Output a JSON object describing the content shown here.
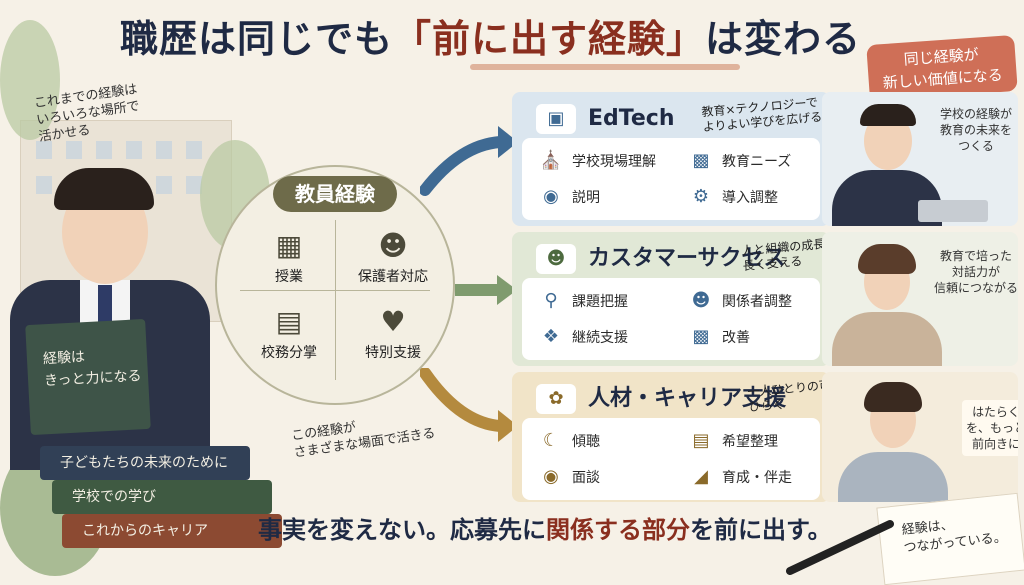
{
  "title": {
    "part1": "職歴は同じでも",
    "highlight": "「前に出す経験」",
    "part2": "は変わる"
  },
  "corner_badge": {
    "line1": "同じ経験が",
    "line2": "新しい価値になる"
  },
  "left_note": {
    "line1": "これまでの経験は",
    "line2": "いろいろな場所で",
    "line3": "活かせる"
  },
  "held_book": {
    "line1": "経験は",
    "line2": "きっと力になる"
  },
  "books": [
    "子どもたちの未来のために",
    "学校での学び",
    "これからのキャリア"
  ],
  "circle": {
    "title": "教員経験",
    "items": [
      {
        "label": "授業",
        "icon": "classroom-icon"
      },
      {
        "label": "保護者対応",
        "icon": "people-icon"
      },
      {
        "label": "校務分掌",
        "icon": "document-icon"
      },
      {
        "label": "特別支援",
        "icon": "heart-hand-icon"
      }
    ]
  },
  "circle_note": {
    "line1": "この経験が",
    "line2": "さまざまな場面で活きる"
  },
  "cards": [
    {
      "title": "EdTech",
      "icon": "laptop-icon",
      "note1": "教育×テクノロジーで",
      "note2": "よりよい学びを広げる",
      "items": [
        {
          "label": "学校現場理解",
          "icon": "school-icon"
        },
        {
          "label": "教育ニーズ",
          "icon": "bar-chart-icon"
        },
        {
          "label": "説明",
          "icon": "speech-bubble-icon"
        },
        {
          "label": "導入調整",
          "icon": "gear-icon"
        }
      ],
      "panel_note": [
        "学校の経験が",
        "教育の未来を",
        "つくる"
      ]
    },
    {
      "title": "カスタマーサクセス",
      "icon": "group-icon",
      "note1": "人と組織の成長を",
      "note2": "長く支える",
      "items": [
        {
          "label": "課題把握",
          "icon": "magnifier-icon"
        },
        {
          "label": "関係者調整",
          "icon": "people-icon"
        },
        {
          "label": "継続支援",
          "icon": "handshake-icon"
        },
        {
          "label": "改善",
          "icon": "bar-chart-icon"
        }
      ],
      "panel_note": [
        "教育で培った",
        "対話力が",
        "信頼につながる"
      ]
    },
    {
      "title": "人材・キャリア支援",
      "icon": "sprout-icon",
      "note1": "一人ひとりの可能性を",
      "note2": "ひらく",
      "items": [
        {
          "label": "傾聴",
          "icon": "ear-icon"
        },
        {
          "label": "希望整理",
          "icon": "list-icon"
        },
        {
          "label": "面談",
          "icon": "chat-icon"
        },
        {
          "label": "育成・伴走",
          "icon": "stairs-icon"
        }
      ],
      "panel_note": [
        "はたらく",
        "を、もっと",
        "前向きに"
      ]
    }
  ],
  "bottom": {
    "part1": "事実を変えない。応募先に",
    "highlight": "関係する部分",
    "part2": "を前に出す。"
  },
  "paper_note": {
    "line1": "経験は、",
    "line2": "つながっている。"
  },
  "colors": {
    "edtech": "#dbe6ef",
    "cs": "#e1e8d6",
    "career": "#f1e4c8",
    "accent": "#8a2f1f"
  }
}
